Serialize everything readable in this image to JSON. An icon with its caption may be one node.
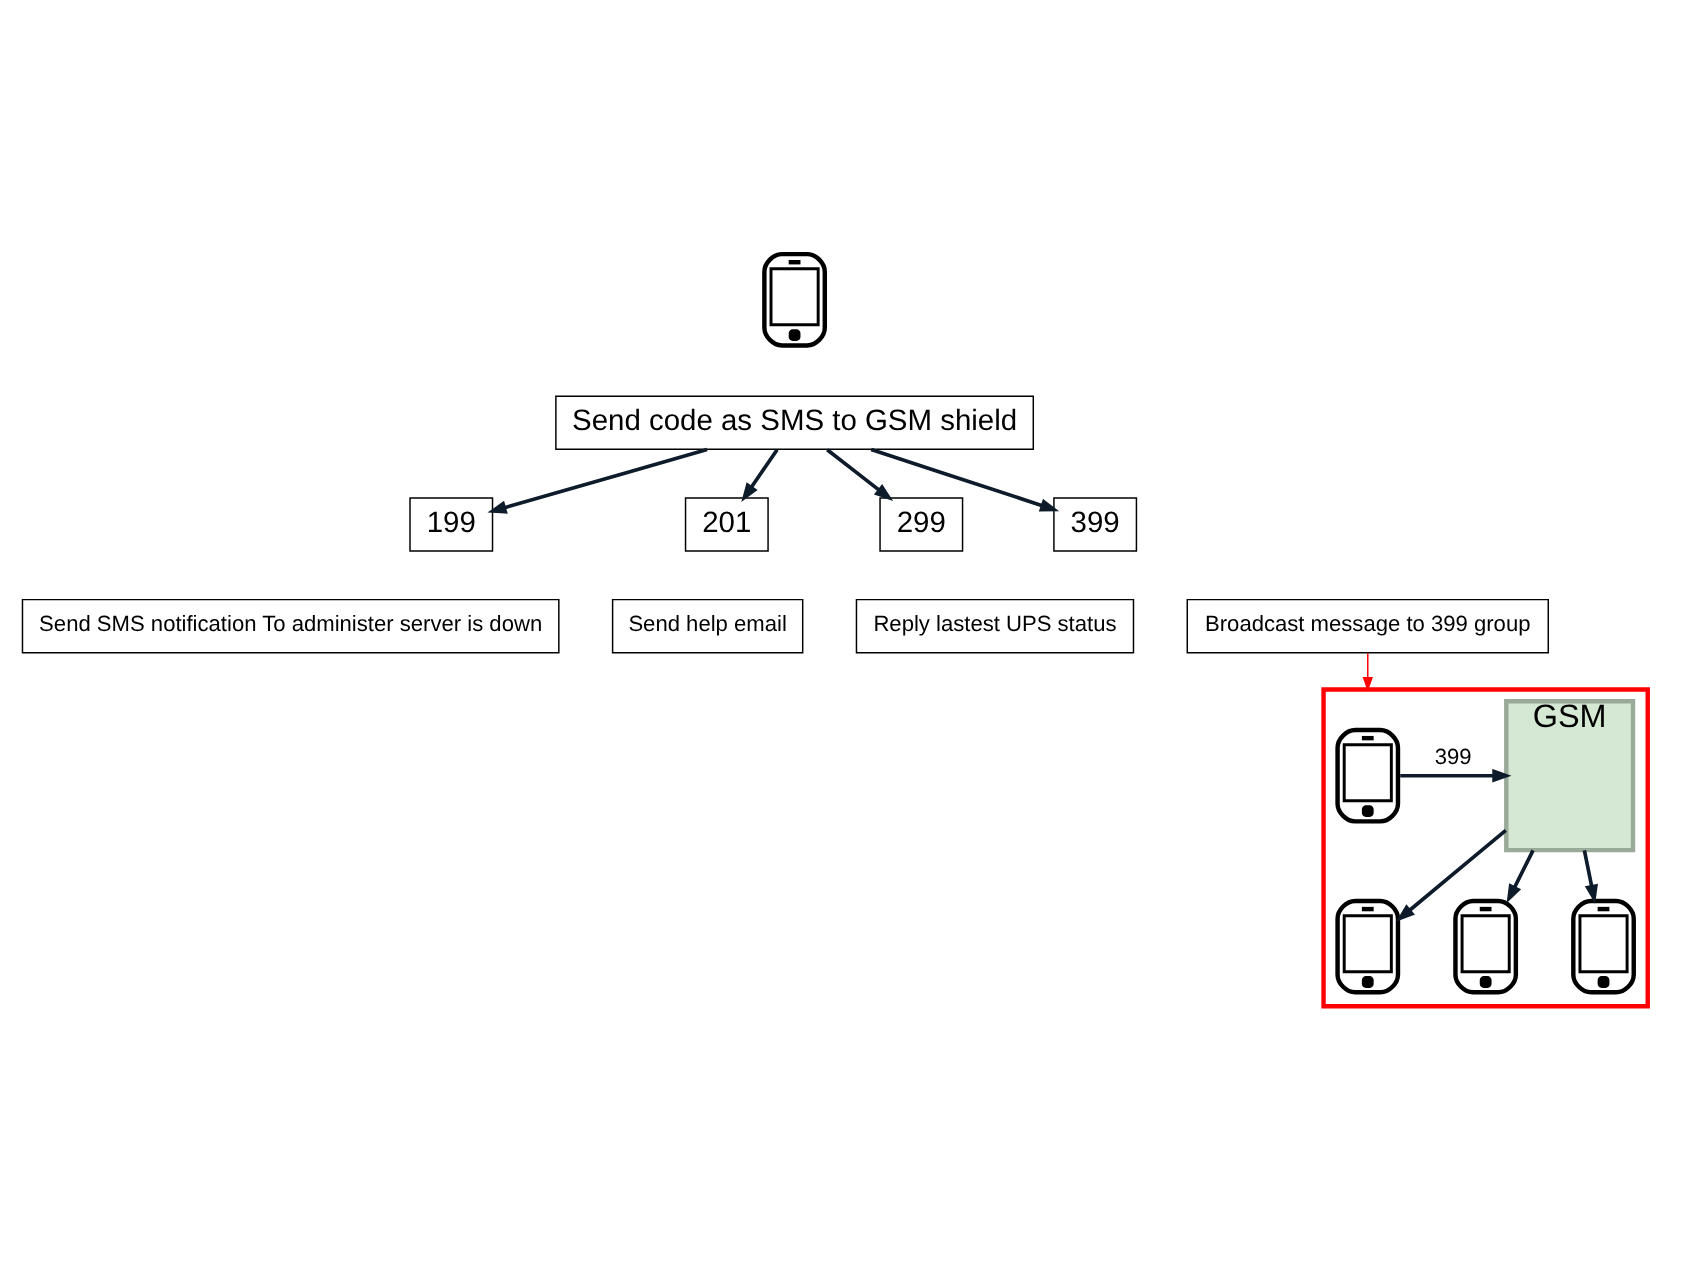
{
  "diagram": {
    "nodes": [
      {
        "text": [],
        "shape": "picture"
      },
      {
        "text": [
          "Send code as SMS to GSM shield"
        ]
      },
      {
        "text": [
          "199"
        ]
      },
      {
        "text": [
          "201"
        ]
      },
      {
        "text": [
          "299"
        ]
      },
      {
        "text": [
          "399"
        ]
      },
      {
        "text": [
          "Send SMS notification To administer server is down"
        ]
      },
      {
        "text": [
          "Send help email"
        ]
      },
      {
        "text": [
          "Reply lastest UPS status"
        ]
      },
      {
        "text": [
          "Broadcast message to 399 group"
        ]
      },
      {
        "text": [],
        "shape": "box"
      },
      {
        "text": [],
        "shape": "picture",
        "in": 10
      },
      {
        "text": [
          "GSM"
        ],
        "in": 10
      },
      {
        "text": [],
        "shape": "picture",
        "in": 10
      },
      {
        "text": [],
        "shape": "picture",
        "in": 10
      },
      {
        "text": [],
        "shape": "picture",
        "in": 10
      }
    ],
    "edges": [
      {
        "from": 1,
        "to": 2,
        "arrow": "to"
      },
      {
        "from": 1,
        "to": 3,
        "arrow": "to"
      },
      {
        "from": 1,
        "to": 4,
        "arrow": "to"
      },
      {
        "from": 1,
        "to": 5,
        "arrow": "to"
      },
      {
        "from": 9,
        "to": 10,
        "arrow": "to",
        "color": "#ff0000"
      },
      {
        "from": 11,
        "to": 12,
        "arrow": "to",
        "label": "399"
      },
      {
        "from": 12,
        "to": 13,
        "arrow": "to"
      },
      {
        "from": 12,
        "to": 14,
        "arrow": "to"
      },
      {
        "from": 12,
        "to": 15,
        "arrow": "to"
      }
    ]
  }
}
